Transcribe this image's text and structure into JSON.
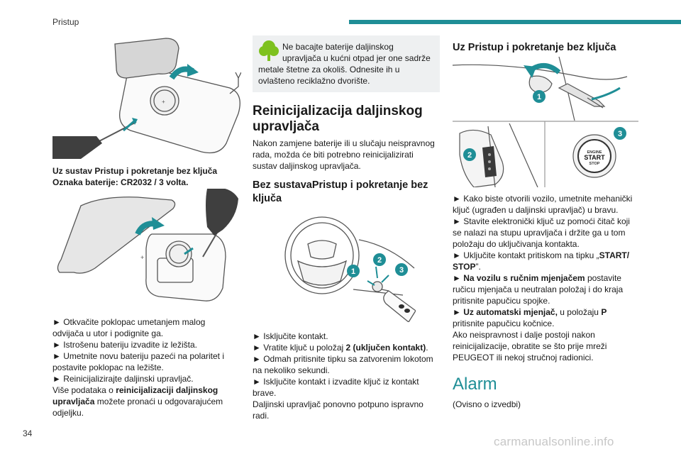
{
  "header": {
    "section_title": "Pristup",
    "accent_color": "#1f8e96"
  },
  "footer": {
    "page_number": "34",
    "watermark": "carmanualsonline.info"
  },
  "col1": {
    "caption_line1": "Uz sustav Pristup i pokretanje bez ključa",
    "caption_line2": "Oznaka baterije: CR2032 / 3 volta.",
    "steps": [
      "► Otkvačite poklopac umetanjem malog",
      "odvijača u utor i podignite ga.",
      "► Istrošenu bateriju izvadite iz ležišta.",
      "► Umetnite novu bateriju pazeći na polaritet i",
      "postavite poklopac na ležište.",
      "► Reinicijalizirajte daljinski upravljač."
    ],
    "more_prefix": "Više podataka o ",
    "more_bold1": "reinicijalizaciji daljinskog",
    "more_bold2": "upravljača",
    "more_suffix": " možete pronaći u odgovarajućem",
    "more_line3": "odjeljku."
  },
  "col2": {
    "note_lines": [
      "Ne bacajte baterije daljinskog",
      "upravljača u kućni otpad jer one sadrže",
      "metale štetne za okoliš. Odnesite ih u",
      "ovlašteno reciklažno dvorište."
    ],
    "heading_line1": "Reinicijalizacija daljinskog",
    "heading_line2": "upravljača",
    "intro_lines": [
      "Nakon zamjene baterije ili u slučaju neispravnog",
      "rada, možda će biti potrebno reinicijalizirati",
      "sustav daljinskog upravljača."
    ],
    "subheading_line1": "Bez sustavaPristup i pokretanje bez",
    "subheading_line2": "ključa",
    "step1": "► Isključite kontakt.",
    "step2_prefix": "► Vratite ključ u položaj ",
    "step2_bold": "2 (uključen kontakt)",
    "step2_suffix": ".",
    "step3a": "► Odmah pritisnite tipku sa zatvorenim lokotom",
    "step3b": "na nekoliko sekundi.",
    "step4a": "► Isključite kontakt i izvadite ključ iz kontakt",
    "step4b": "brave.",
    "outro_a": "Daljinski upravljač ponovno potpuno ispravno",
    "outro_b": "radi.",
    "callouts": [
      "1",
      "2",
      "3"
    ]
  },
  "col3": {
    "heading": "Uz Pristup i pokretanje bez ključa",
    "callouts": [
      "1",
      "2",
      "3"
    ],
    "button_label1": "ENGINE",
    "button_label2": "START",
    "button_label3": "STOP",
    "s1a": "► Kako biste otvorili vozilo, umetnite mehanički",
    "s1b": "ključ (ugrađen u daljinski upravljač) u bravu.",
    "s2a": "► Stavite elektronički ključ uz pomoći čitač koji",
    "s2b": "se nalazi na stupu upravljača i držite ga u tom",
    "s2c": "položaju do uključivanja kontakta.",
    "s3_prefix": "► Uključite kontakt pritiskom na tipku „",
    "s3_bold": "START/",
    "s3_bold2": "STOP",
    "s3_suffix": "”.",
    "s4_bold": "► Na vozilu s ručnim mjenjačem",
    "s4_rest": " postavite",
    "s4b": "ručicu mjenjača u neutralan položaj i do kraja",
    "s4c": "pritisnite papučicu spojke.",
    "s5_bold": "► Uz automatski mjenjač,",
    "s5_rest": " u položaju ",
    "s5_p": "P",
    "s5b": "pritisnite papučicu kočnice.",
    "f1": "Ako neispravnost i dalje postoji nakon",
    "f2": "reinicijalizacije, obratite se što prije mreži",
    "f3": "PEUGEOT ili nekoj stručnoj radionici.",
    "alarm_heading": "Alarm",
    "alarm_note": "(Ovisno o izvedbi)"
  }
}
